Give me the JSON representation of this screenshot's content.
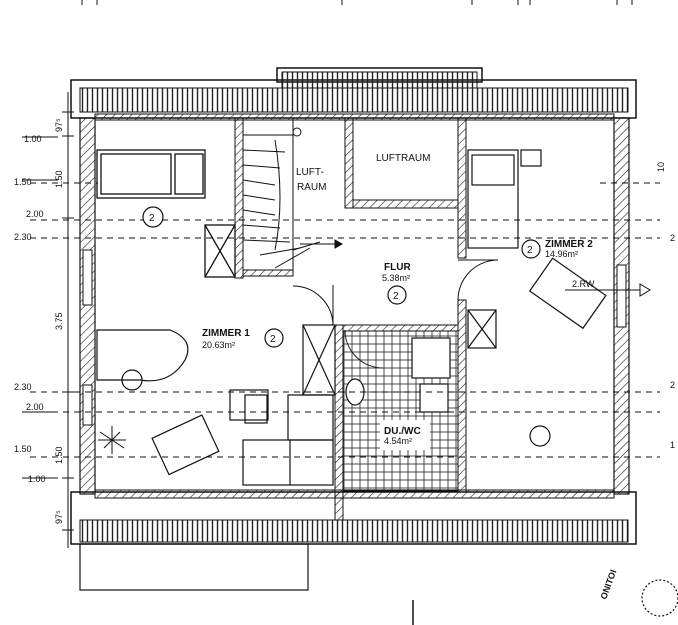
{
  "rooms": {
    "luft_raum": {
      "line1": "LUFT-",
      "line2": "RAUM"
    },
    "luftraum": "LUFTRAUM",
    "flur": {
      "name": "FLUR",
      "area": "5.38m²",
      "level": "2"
    },
    "zimmer1": {
      "name": "ZIMMER 1",
      "area": "20.63m²",
      "level": "2"
    },
    "zimmer2": {
      "name": "ZIMMER 2",
      "area": "14.96m²",
      "level": "2"
    },
    "du_wc": {
      "name": "DU./WC",
      "area": "4.54m²"
    },
    "upper_left_level": "2"
  },
  "callouts": {
    "rw_label": "2.RW"
  },
  "dimensions_left_outer": [
    "1.00",
    "1.50",
    "2.00",
    "2.30",
    "2.30",
    "2.00",
    "1.50",
    "1.00"
  ],
  "dimensions_left_inner": [
    "97⁵",
    "1.50",
    "3.75",
    "1.50",
    "97⁵"
  ],
  "dimensions_right": [
    "10",
    "2",
    "2",
    "1"
  ],
  "stamp_text": "ONITOI"
}
